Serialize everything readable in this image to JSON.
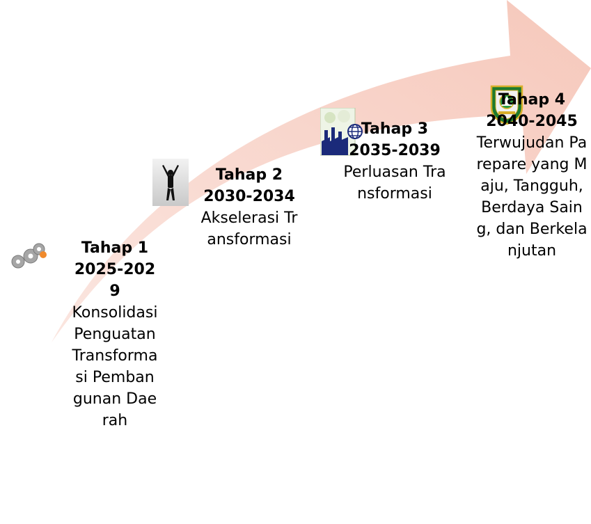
{
  "colors": {
    "arrow_fill": "#f8d2c7",
    "arrow_fill_light": "#fbe6e0",
    "gear_gray": "#9a9a9a",
    "gear_orange": "#f08a2c",
    "factory_navy": "#1b2a7a",
    "emblem_green": "#1d7a2e",
    "emblem_gold": "#d8b02a"
  },
  "stages": [
    {
      "title": "Tahap 1",
      "period": "2025-2029",
      "description": "Konsolidasi Penguatan Transformasi Pembangunan Daerah",
      "icon": "gears-icon"
    },
    {
      "title": "Tahap 2",
      "period": "2030-2034",
      "description": "Akselerasi Transformasi",
      "icon": "person-arms-raised-icon"
    },
    {
      "title": "Tahap 3",
      "period": "2035-2039",
      "description": "Perluasan Transformasi",
      "icon": "factory-globe-icon"
    },
    {
      "title": "Tahap 4",
      "period": "2040-2045",
      "description": "Terwujudan Parepare yang Maju, Tangguh, Berdaya Saing, dan Berkelanjutan",
      "icon": "city-emblem-icon"
    }
  ]
}
